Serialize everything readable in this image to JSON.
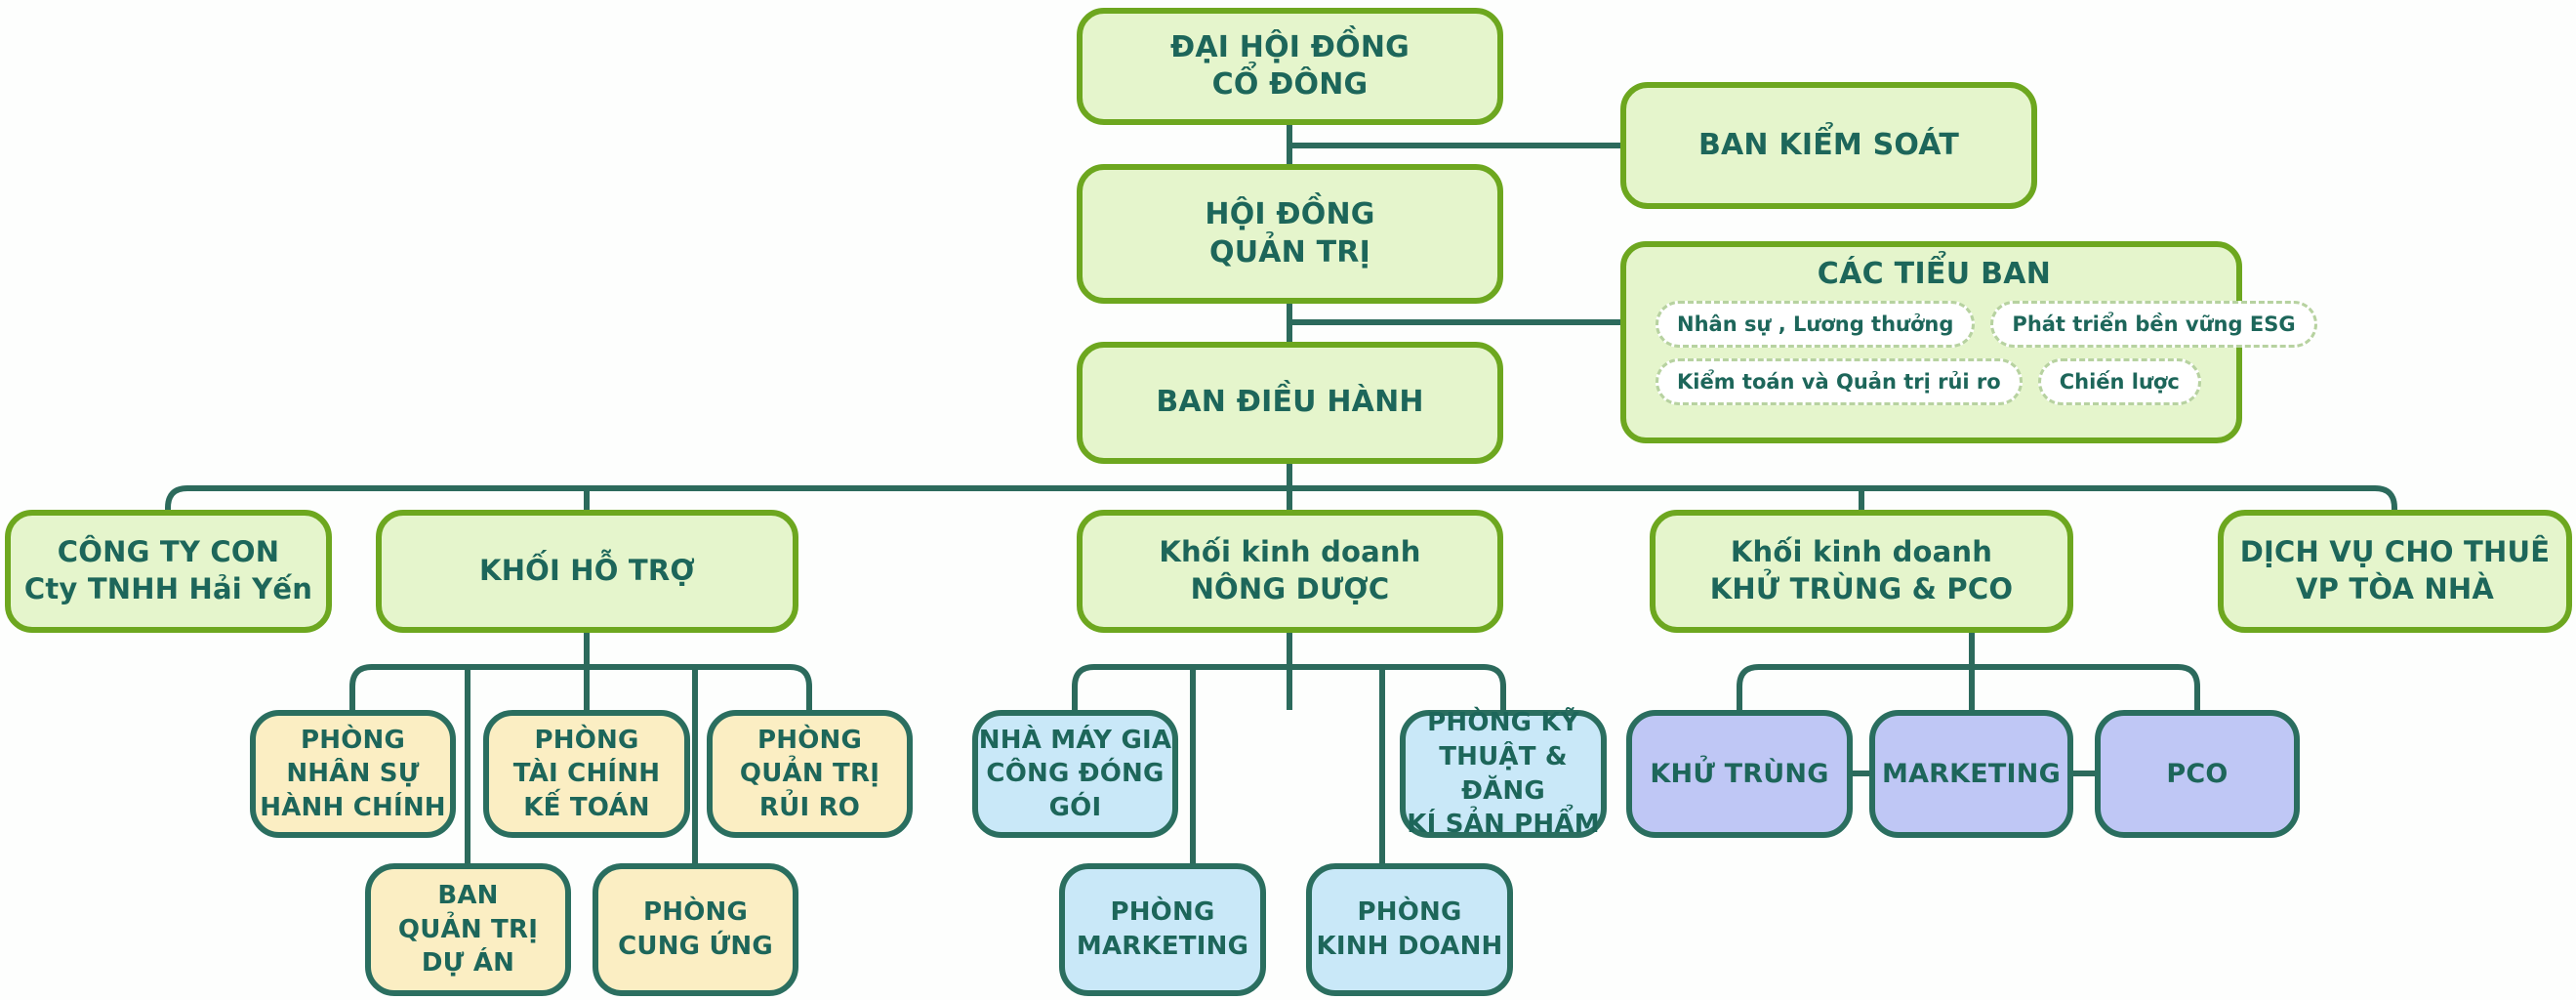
{
  "colors": {
    "page-bg": "#fdfefd",
    "green-fill": "#e5f5cc",
    "green-border": "#6da71f",
    "yellow-fill": "#fbeec3",
    "blue-fill": "#c9e8f8",
    "purple-fill": "#bfc7f5",
    "teal-border": "#2a6e5f",
    "line": "#2c6a5c",
    "text": "#1d665a",
    "pill-fill": "#ffffff",
    "pill-border": "#b7d2a0"
  },
  "nodes": {
    "shareholders": {
      "label": "ĐẠI HỘI ĐỒNG\nCỔ ĐÔNG"
    },
    "supervisory": {
      "label": "BAN KIỂM SOÁT"
    },
    "board": {
      "label": "HỘI ĐỒNG\nQUẢN TRỊ"
    },
    "executive": {
      "label": "BAN ĐIỀU HÀNH"
    },
    "subsidiary": {
      "label": "CÔNG TY CON\nCty TNHH Hải Yến"
    },
    "support": {
      "label": "KHỐI HỖ TRỢ"
    },
    "agro": {
      "label": "Khối kinh doanh\nNÔNG DƯỢC"
    },
    "pest": {
      "label": "Khối kinh doanh\nKHỬ TRÙNG & PCO"
    },
    "office": {
      "label": "DỊCH VỤ CHO THUÊ\nVP TÒA NHÀ"
    },
    "hr": {
      "label": "PHÒNG\nNHÂN SỰ\nHÀNH CHÍNH"
    },
    "finance": {
      "label": "PHÒNG\nTÀI CHÍNH\nKẾ TOÁN"
    },
    "risk": {
      "label": "PHÒNG\nQUẢN TRỊ\nRỦI RO"
    },
    "project": {
      "label": "BAN\nQUẢN TRỊ\nDỰ ÁN"
    },
    "procurement": {
      "label": "PHÒNG\nCUNG ỨNG"
    },
    "factory": {
      "label": "NHÀ MÁY GIA\nCÔNG ĐÓNG\nGÓI"
    },
    "technical": {
      "label": "PHÒNG KỸ\nTHUẬT & ĐĂNG\nKÍ SẢN PHẨM"
    },
    "agro_marketing": {
      "label": "PHÒNG\nMARKETING"
    },
    "sales": {
      "label": "PHÒNG\nKINH DOANH"
    },
    "fumigation": {
      "label": "KHỬ TRÙNG"
    },
    "pest_marketing": {
      "label": "MARKETING"
    },
    "pco": {
      "label": "PCO"
    }
  },
  "subcommittees": {
    "title": "CÁC TIỂU BAN",
    "pills": [
      "Nhân sự , Lương thưởng",
      "Phát triển bền vững ESG",
      "Kiểm toán và Quản trị rủi ro",
      "Chiến lược"
    ]
  }
}
